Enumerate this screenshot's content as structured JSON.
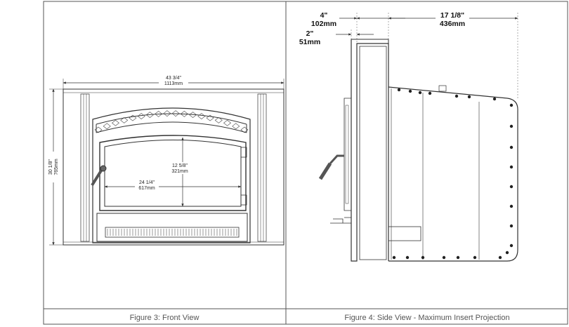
{
  "front_view": {
    "width_in": "43 3/4\"",
    "width_mm": "1113mm",
    "height_in": "30 1/8\"",
    "height_mm": "765mm",
    "glass_h_in": "12 5/8\"",
    "glass_h_mm": "321mm",
    "glass_w_in": "24 1/4\"",
    "glass_w_mm": "617mm",
    "caption": "Figure 3: Front View"
  },
  "side_view": {
    "depth_front_in": "4\"",
    "depth_front_mm": "102mm",
    "depth_total_in": "17 1/8\"",
    "depth_total_mm": "436mm",
    "flange_in": "2\"",
    "flange_mm": "51mm",
    "caption": "Figure 4: Side View - Maximum Insert Projection"
  }
}
